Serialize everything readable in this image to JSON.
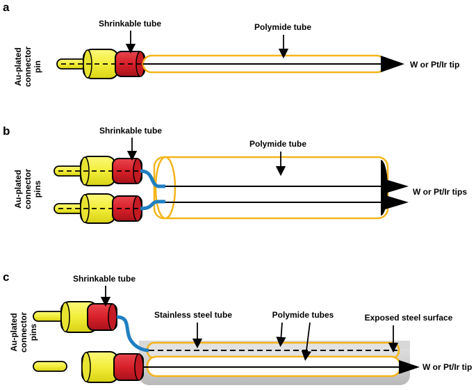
{
  "panels": {
    "a": {
      "letter": "a",
      "connector_label": [
        "Au-plated",
        "connector",
        "pin"
      ],
      "shrinkable_label": "Shrinkable tube",
      "polymide_label": "Polymide tube",
      "tip_label": "W or Pt/Ir tip"
    },
    "b": {
      "letter": "b",
      "connector_label": [
        "Au-plated",
        "connector",
        "pins"
      ],
      "shrinkable_label": "Shrinkable tube",
      "polymide_label": "Polymide tube",
      "tip_label": "W or Pt/Ir tips"
    },
    "c": {
      "letter": "c",
      "connector_label": [
        "Au-plated",
        "connector",
        "pins"
      ],
      "shrinkable_label": "Shrinkable tube",
      "steel_label": "Stainless steel tube",
      "polymide_label": "Polymide tubes",
      "exposed_label": "Exposed steel surface",
      "tip_label": "W or Pt/Ir tip"
    }
  },
  "colors": {
    "connector_yellow": "#f2ee3a",
    "shrink_red": "#d8202a",
    "tube_orange": "#f4b41a",
    "wire_blue": "#1f7fc2",
    "steel_grey": "#cfcfcf",
    "outline": "#000000"
  }
}
